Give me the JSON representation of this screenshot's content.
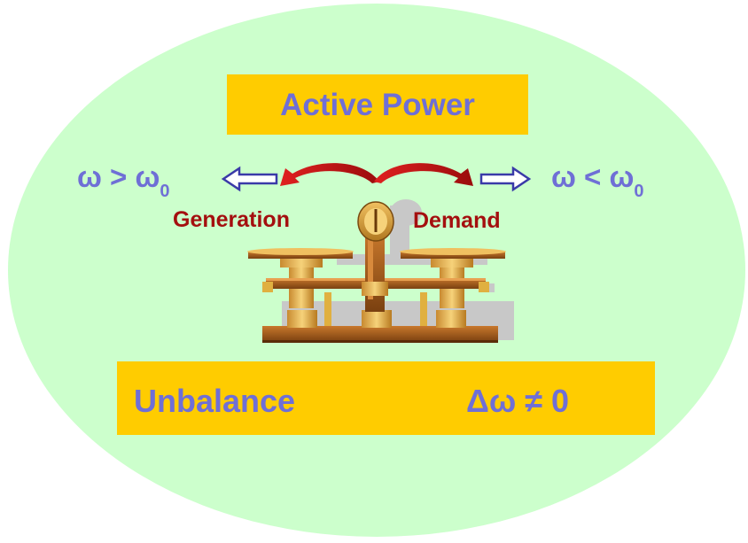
{
  "title": "Active Power",
  "left_condition": {
    "symbol": "ω > ω",
    "subscript": "0"
  },
  "right_condition": {
    "symbol": "ω < ω",
    "subscript": "0"
  },
  "left_label": "Generation",
  "right_label": "Demand",
  "status_label": "Unbalance",
  "status_formula": "Δω ≠ 0",
  "colors": {
    "ellipse": "#ccffcc",
    "box": "#ffcc00",
    "text_purple": "#6f6fd6",
    "text_red": "#a40f0f",
    "arrow_red": "#cc1111"
  },
  "icons": [
    "left-hollow-arrow-icon",
    "right-hollow-arrow-icon",
    "curved-arrows-icon",
    "balance-scale-icon"
  ]
}
